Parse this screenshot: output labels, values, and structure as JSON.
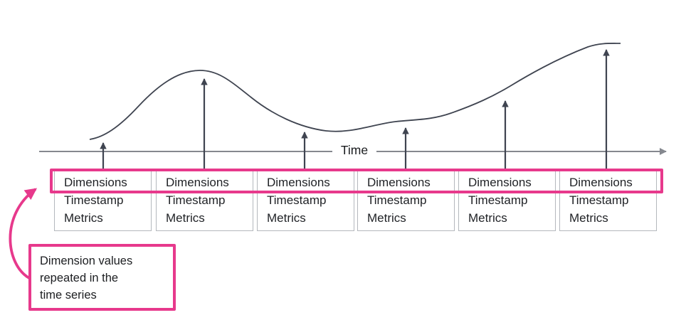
{
  "axis": {
    "label": "Time"
  },
  "records": [
    {
      "dimensions": "Dimensions",
      "timestamp": "Timestamp",
      "metrics": "Metrics"
    },
    {
      "dimensions": "Dimensions",
      "timestamp": "Timestamp",
      "metrics": "Metrics"
    },
    {
      "dimensions": "Dimensions",
      "timestamp": "Timestamp",
      "metrics": "Metrics"
    },
    {
      "dimensions": "Dimensions",
      "timestamp": "Timestamp",
      "metrics": "Metrics"
    },
    {
      "dimensions": "Dimensions",
      "timestamp": "Timestamp",
      "metrics": "Metrics"
    },
    {
      "dimensions": "Dimensions",
      "timestamp": "Timestamp",
      "metrics": "Metrics"
    }
  ],
  "callout": {
    "text": "Dimension values\nrepeated in the\ntime series"
  },
  "colors": {
    "pink": "#e7398c",
    "curve": "#3f4450",
    "axis": "#85888f",
    "box_border": "#b4b8bd",
    "ink": "#1f2125"
  }
}
